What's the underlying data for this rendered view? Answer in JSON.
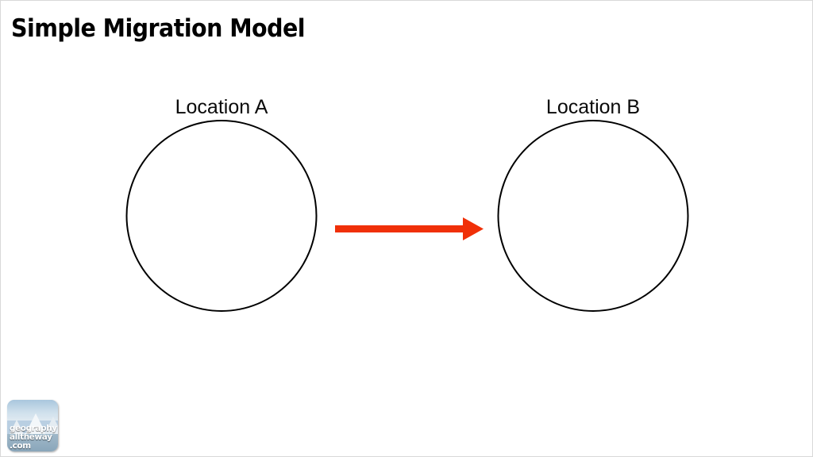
{
  "slide": {
    "title": "Simple Migration Model",
    "background_color": "#ffffff",
    "border_color": "#d8d8d8"
  },
  "diagram": {
    "type": "flow",
    "nodes": [
      {
        "id": "location-a",
        "label": "Location A",
        "shape": "circle",
        "fill": "none",
        "stroke": "#000000"
      },
      {
        "id": "location-b",
        "label": "Location B",
        "shape": "circle",
        "fill": "none",
        "stroke": "#000000"
      }
    ],
    "connectors": [
      {
        "id": "migration-arrow",
        "from": "location-a",
        "to": "location-b",
        "style": "solid-arrow",
        "color": "#f03008",
        "direction": "right"
      }
    ]
  },
  "logo": {
    "name": "geographyalltheway-logo",
    "line1": "geography",
    "line2": "alltheway",
    "line3": ".com",
    "text_color": "#ffffff"
  }
}
